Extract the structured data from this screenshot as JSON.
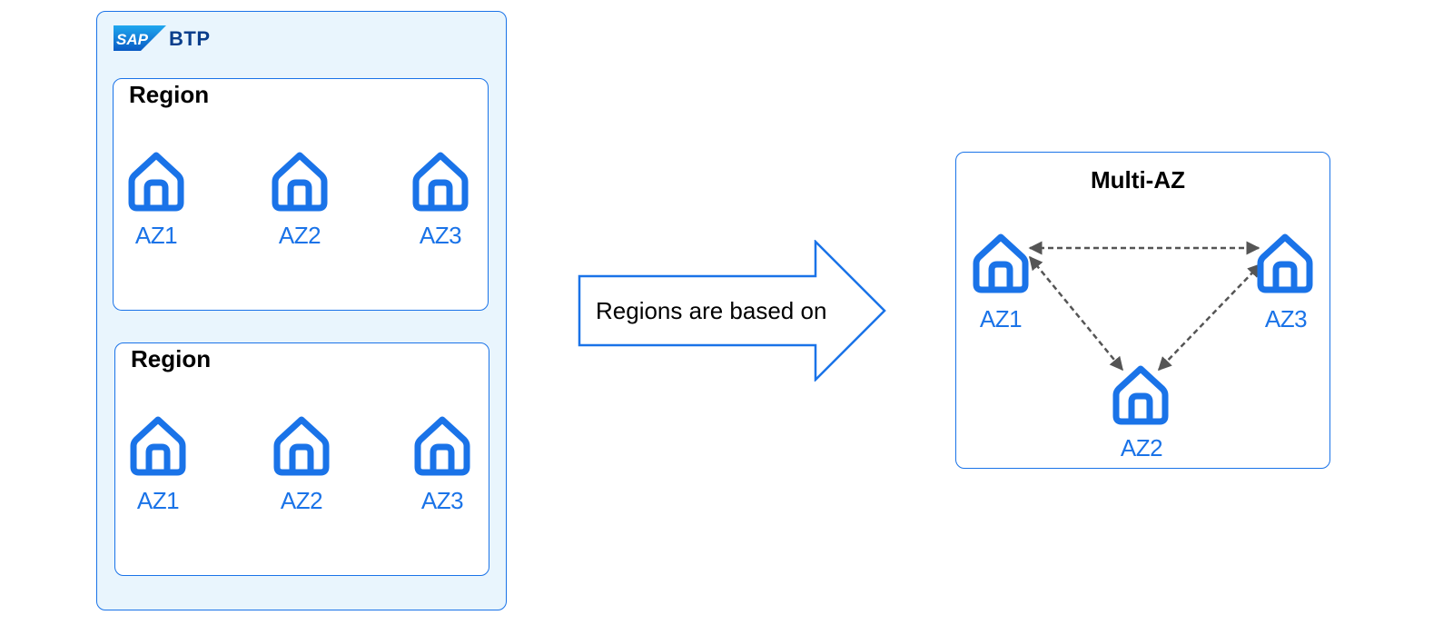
{
  "brand": {
    "logo_text": "SAP",
    "product": "BTP"
  },
  "regions": [
    {
      "title": "Region",
      "zones": [
        "AZ1",
        "AZ2",
        "AZ3"
      ]
    },
    {
      "title": "Region",
      "zones": [
        "AZ1",
        "AZ2",
        "AZ3"
      ]
    }
  ],
  "arrow": {
    "label": "Regions are based on"
  },
  "multi_az": {
    "title": "Multi-AZ",
    "zones": [
      "AZ1",
      "AZ2",
      "AZ3"
    ]
  },
  "colors": {
    "accent": "#1a73e8",
    "container_bg": "#e9f5fd",
    "link": "#555555"
  },
  "icons": {
    "zone": "house-icon",
    "flow": "arrow-right-icon",
    "brand": "sap-logo"
  }
}
